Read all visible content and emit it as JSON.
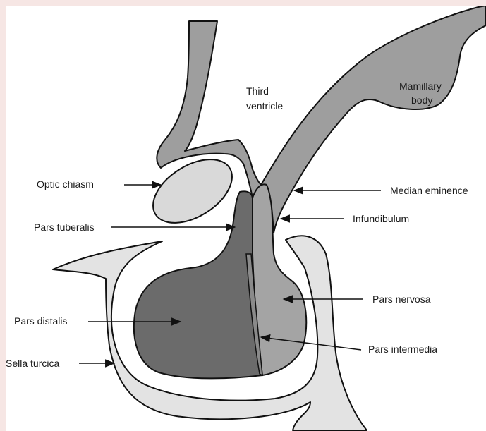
{
  "labels": {
    "third_ventricle_line1": "Third",
    "third_ventricle_line2": "ventricle",
    "mamillary_line1": "Mamillary",
    "mamillary_line2": "body",
    "optic_chiasm": "Optic chiasm",
    "median_eminence": "Median eminence",
    "infundibulum": "Infundibulum",
    "pars_tuberalis": "Pars tuberalis",
    "pars_nervosa": "Pars nervosa",
    "pars_distalis": "Pars distalis",
    "pars_intermedia": "Pars intermedia",
    "sella_turcica": "Sella turcica"
  },
  "colors": {
    "background_border": "#f6e6e4",
    "canvas": "#ffffff",
    "brain_tissue": "#9e9e9e",
    "pars_distalis": "#6b6b6b",
    "pars_nervosa": "#a4a4a4",
    "bone": "#e3e3e3",
    "outline": "#111111"
  }
}
